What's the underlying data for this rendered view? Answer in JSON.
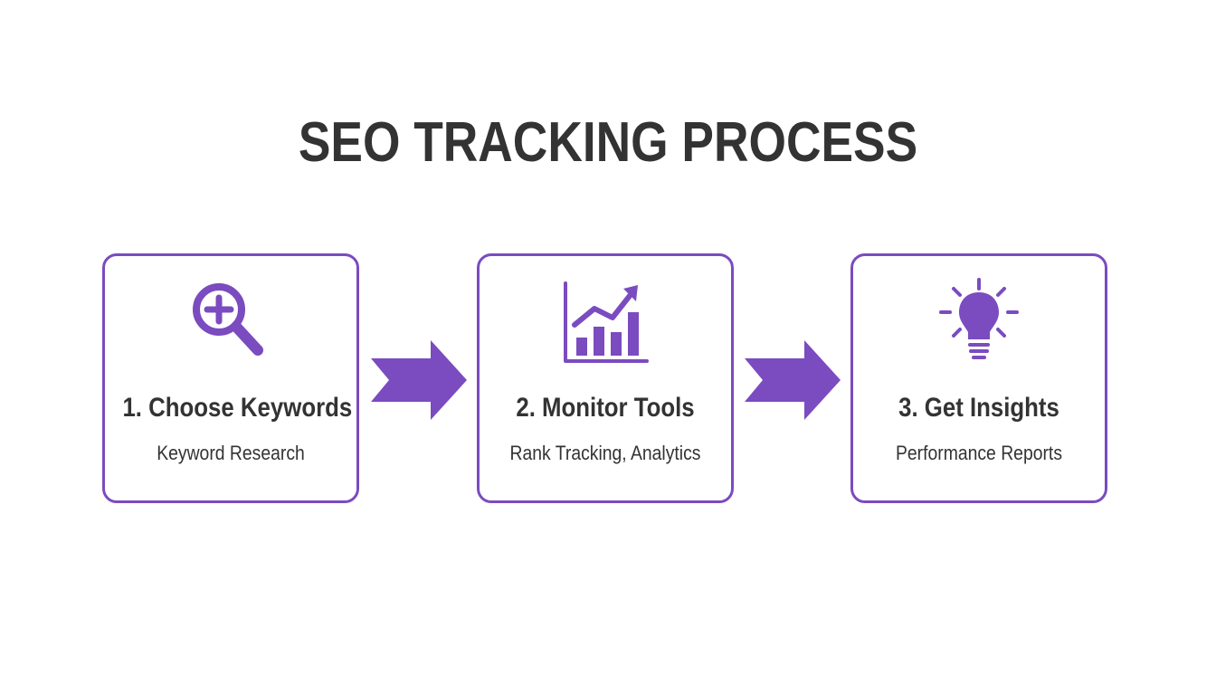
{
  "title": "SEO TRACKING PROCESS",
  "colors": {
    "accent": "#7b4bc0",
    "text": "#333333",
    "background": "#ffffff"
  },
  "steps": [
    {
      "title": "1. Choose Keywords",
      "subtitle": "Keyword Research",
      "icon": "magnifier-plus-icon"
    },
    {
      "title": "2. Monitor Tools",
      "subtitle": "Rank Tracking, Analytics",
      "icon": "bar-chart-trend-icon"
    },
    {
      "title": "3. Get Insights",
      "subtitle": "Performance Reports",
      "icon": "lightbulb-icon"
    }
  ]
}
